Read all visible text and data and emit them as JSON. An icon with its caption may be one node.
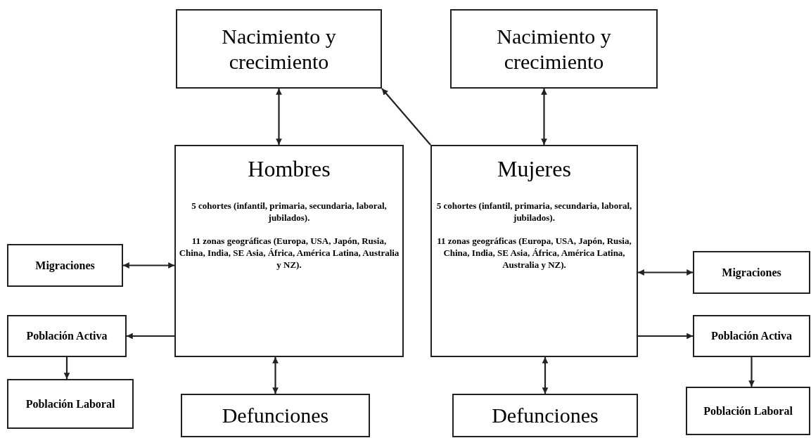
{
  "diagram": {
    "nodes": [
      {
        "text": [
          "Nacimiento y crecimiento"
        ]
      },
      {
        "text": [
          "Nacimiento y crecimiento"
        ]
      },
      {
        "text": [
          "Hombres",
          "5 cohortes (infantil, primaria, secundaria, laboral, jubilados).",
          "11 zonas geográficas (Europa, USA, Japón, Rusia, China, India, SE Asia, África, América Latina, Australia y NZ)."
        ]
      },
      {
        "text": [
          "Mujeres",
          "5 cohortes (infantil, primaria, secundaria, laboral, jubilados).",
          "11 zonas geográficas (Europa, USA, Japón, Rusia, China, India, SE Asia, África, América Latina, Australia y NZ)."
        ]
      },
      {
        "text": [
          "Migraciones"
        ]
      },
      {
        "text": [
          "Población Activa"
        ]
      },
      {
        "text": [
          "Población Laboral"
        ]
      },
      {
        "text": [
          "Defunciones"
        ]
      },
      {
        "text": [
          "Defunciones"
        ]
      },
      {
        "text": [
          "Migraciones"
        ]
      },
      {
        "text": [
          "Población Activa"
        ]
      },
      {
        "text": [
          "Población Laboral"
        ]
      }
    ],
    "edges": [
      {
        "from": 0,
        "to": 2,
        "arrow": "both"
      },
      {
        "from": 1,
        "to": 3,
        "arrow": "both"
      },
      {
        "from": 3,
        "to": 0,
        "arrow": "to"
      },
      {
        "from": 4,
        "to": 2,
        "arrow": "both"
      },
      {
        "from": 2,
        "to": 5,
        "arrow": "to"
      },
      {
        "from": 5,
        "to": 6,
        "arrow": "to"
      },
      {
        "from": 2,
        "to": 7,
        "arrow": "both"
      },
      {
        "from": 3,
        "to": 8,
        "arrow": "both"
      },
      {
        "from": 3,
        "to": 9,
        "arrow": "both"
      },
      {
        "from": 3,
        "to": 10,
        "arrow": "to"
      },
      {
        "from": 10,
        "to": 11,
        "arrow": "to"
      }
    ]
  }
}
